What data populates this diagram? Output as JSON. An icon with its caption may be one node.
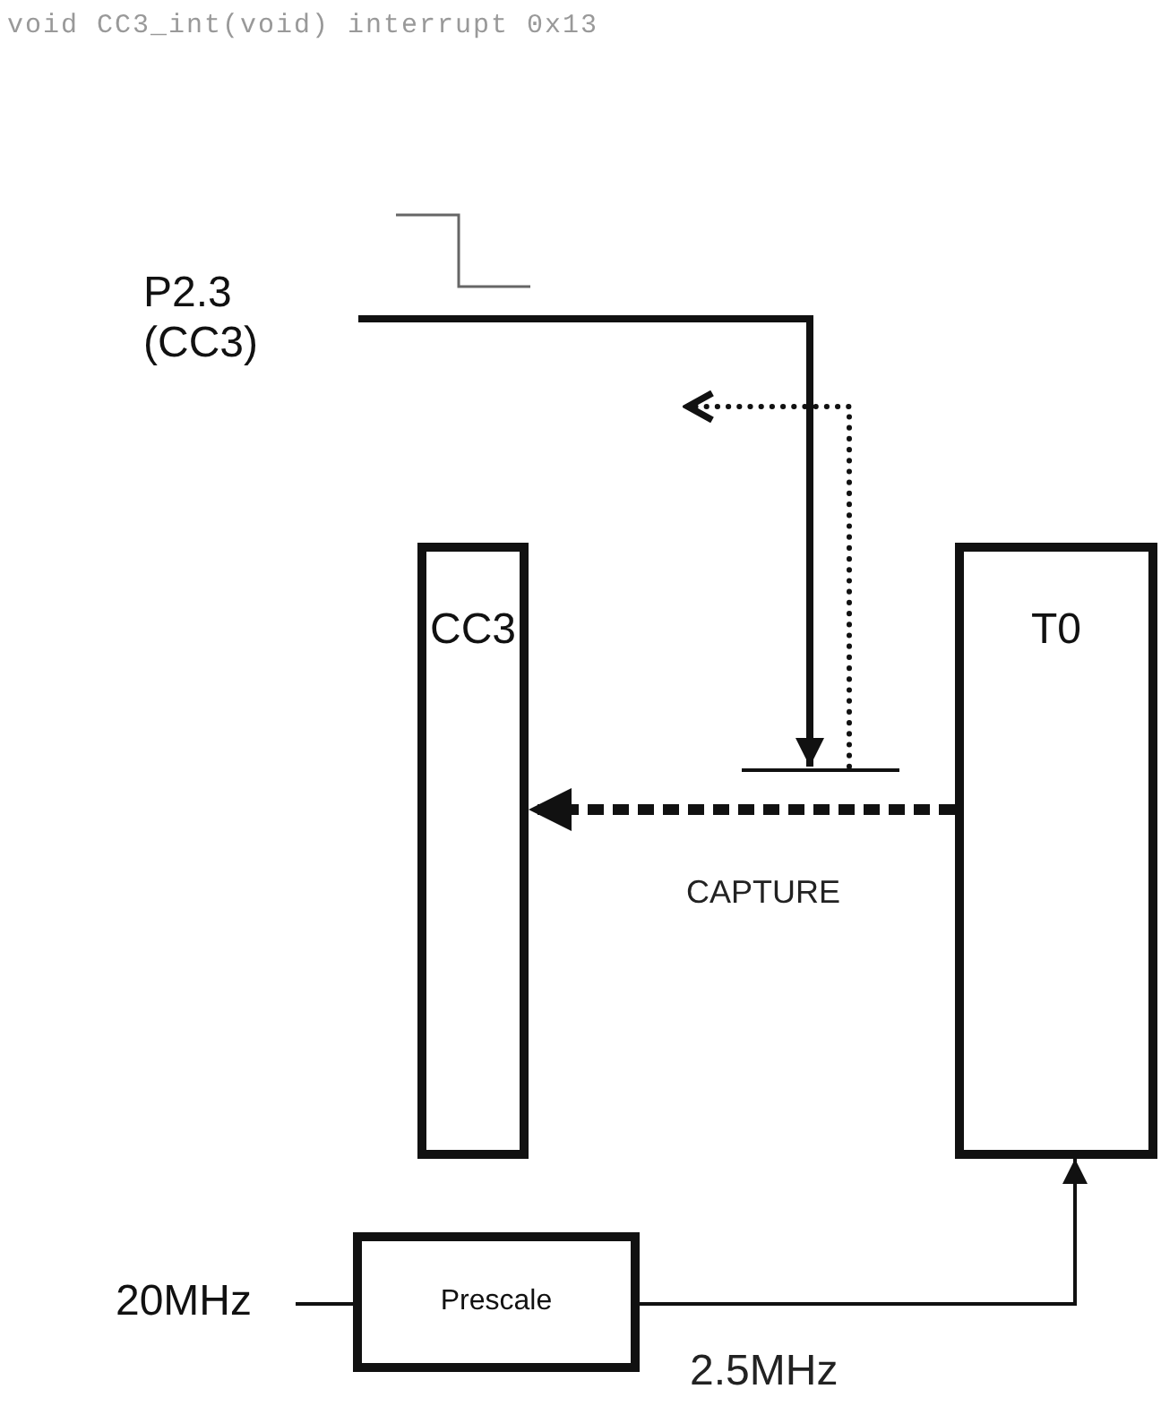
{
  "diagram": {
    "title": "void CC3_int(void) interrupt 0x13",
    "nodes": [
      {
        "text": [
          "P2.3 (CC3)"
        ]
      },
      {
        "text": [
          "CC3"
        ]
      },
      {
        "text": [
          "T0"
        ]
      },
      {
        "text": [],
        "shape": "bar"
      },
      {
        "text": [
          "20MHz"
        ]
      },
      {
        "text": [
          "Prescale"
        ]
      }
    ],
    "edges": [
      {
        "from": 0,
        "to": 3,
        "arrow": "to"
      },
      {
        "from": 3,
        "to": null,
        "arrow": "to",
        "style": "dashed"
      },
      {
        "from": 2,
        "to": 1,
        "arrow": "to",
        "label": "CAPTURE",
        "style": "dashed"
      },
      {
        "from": 4,
        "to": 5,
        "arrow": "none"
      },
      {
        "from": 5,
        "to": 2,
        "arrow": "to",
        "label": "2.5MHz"
      }
    ]
  }
}
